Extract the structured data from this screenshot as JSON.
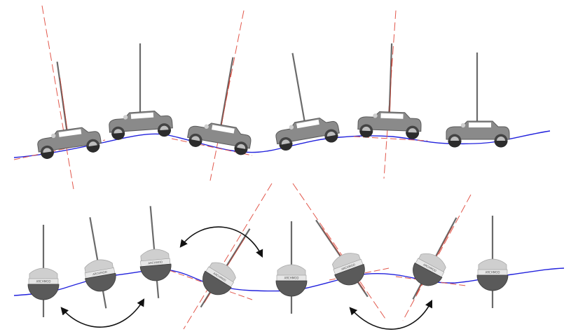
{
  "figure": {
    "type": "mechanical illustration",
    "description_visible": false
  },
  "colors": {
    "terrain_line": "#2222dd",
    "reference_dash": "#e2584c",
    "mast": "#6a6a6a",
    "body_dark": "#5a5a5a",
    "body_mid": "#8a8a8a",
    "body_light": "#cfcfcf",
    "window_white": "#ffffff",
    "arrow": "#111111"
  },
  "rows": [
    {
      "id": "wheeled-vehicle-row",
      "vehicle_kind": "wheeled cart with mast",
      "count": 6
    },
    {
      "id": "rocking-hull-row",
      "vehicle_kind": "round-bottom hull with mast",
      "count": 8,
      "hull_label": "ARCHMOD"
    }
  ],
  "arrows": [
    {
      "id": "arrow-1",
      "direction": "both"
    },
    {
      "id": "arrow-2",
      "direction": "both"
    },
    {
      "id": "arrow-3",
      "direction": "both"
    }
  ]
}
